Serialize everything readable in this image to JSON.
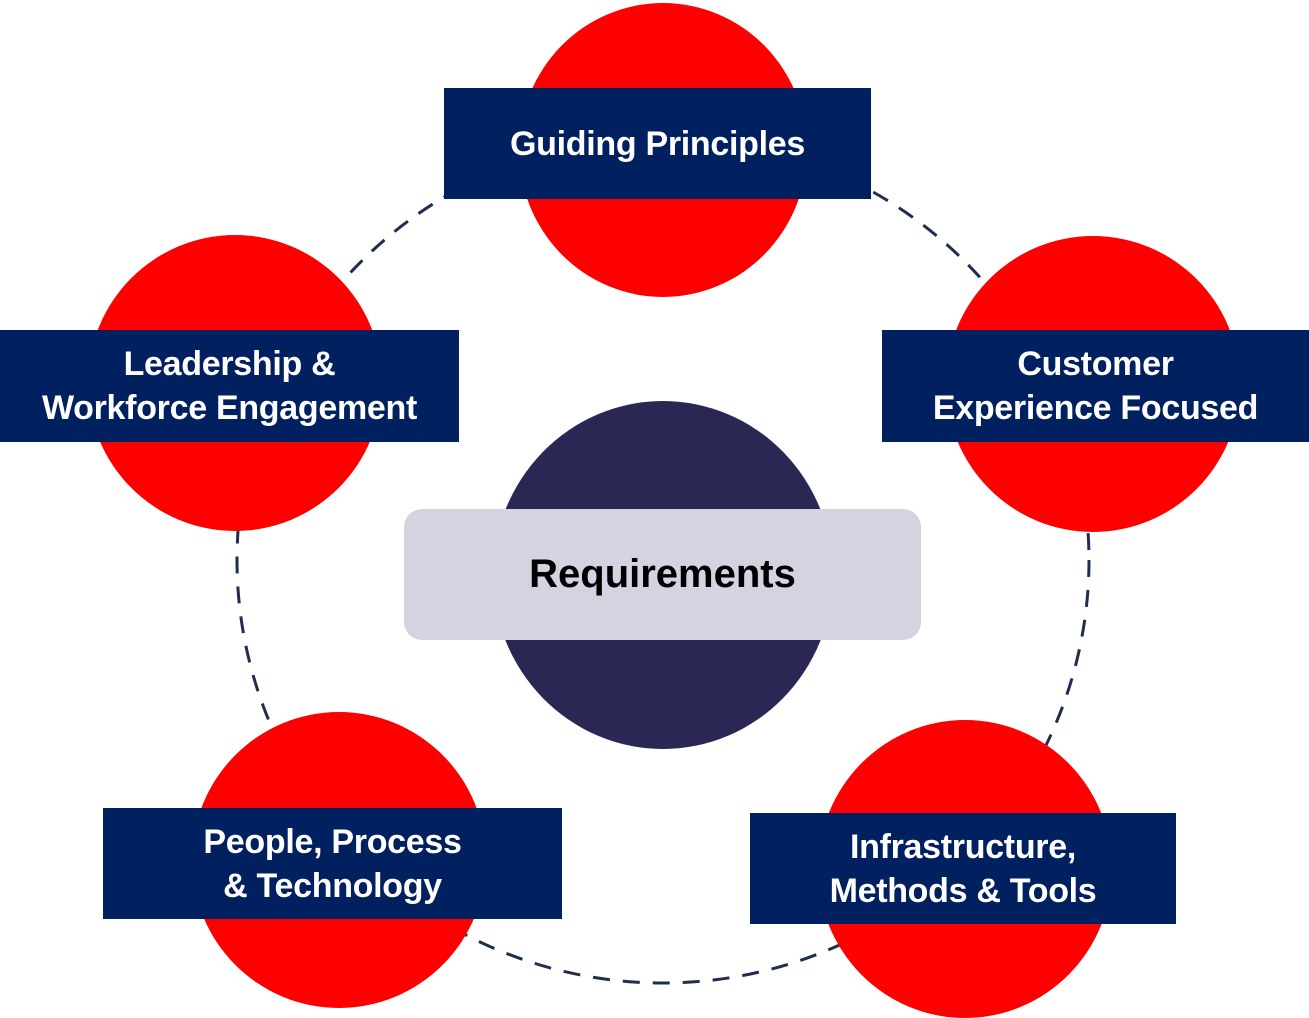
{
  "diagram": {
    "center": "Requirements",
    "nodes": [
      {
        "id": "guiding",
        "label": "Guiding Principles"
      },
      {
        "id": "customer",
        "label": "Customer\nExperience Focused"
      },
      {
        "id": "infrastructure",
        "label": "Infrastructure,\nMethods & Tools"
      },
      {
        "id": "people",
        "label": "People, Process\n& Technology"
      },
      {
        "id": "leadership",
        "label": "Leadership &\nWorkforce Engagement"
      }
    ],
    "colors": {
      "node_circle": "#ff0000",
      "label_box": "#00205f",
      "label_text": "#ffffff",
      "center_circle": "#2b2755",
      "center_box": "#d6d3e0",
      "center_text": "#000000",
      "connector": "#1f2d4f"
    }
  }
}
